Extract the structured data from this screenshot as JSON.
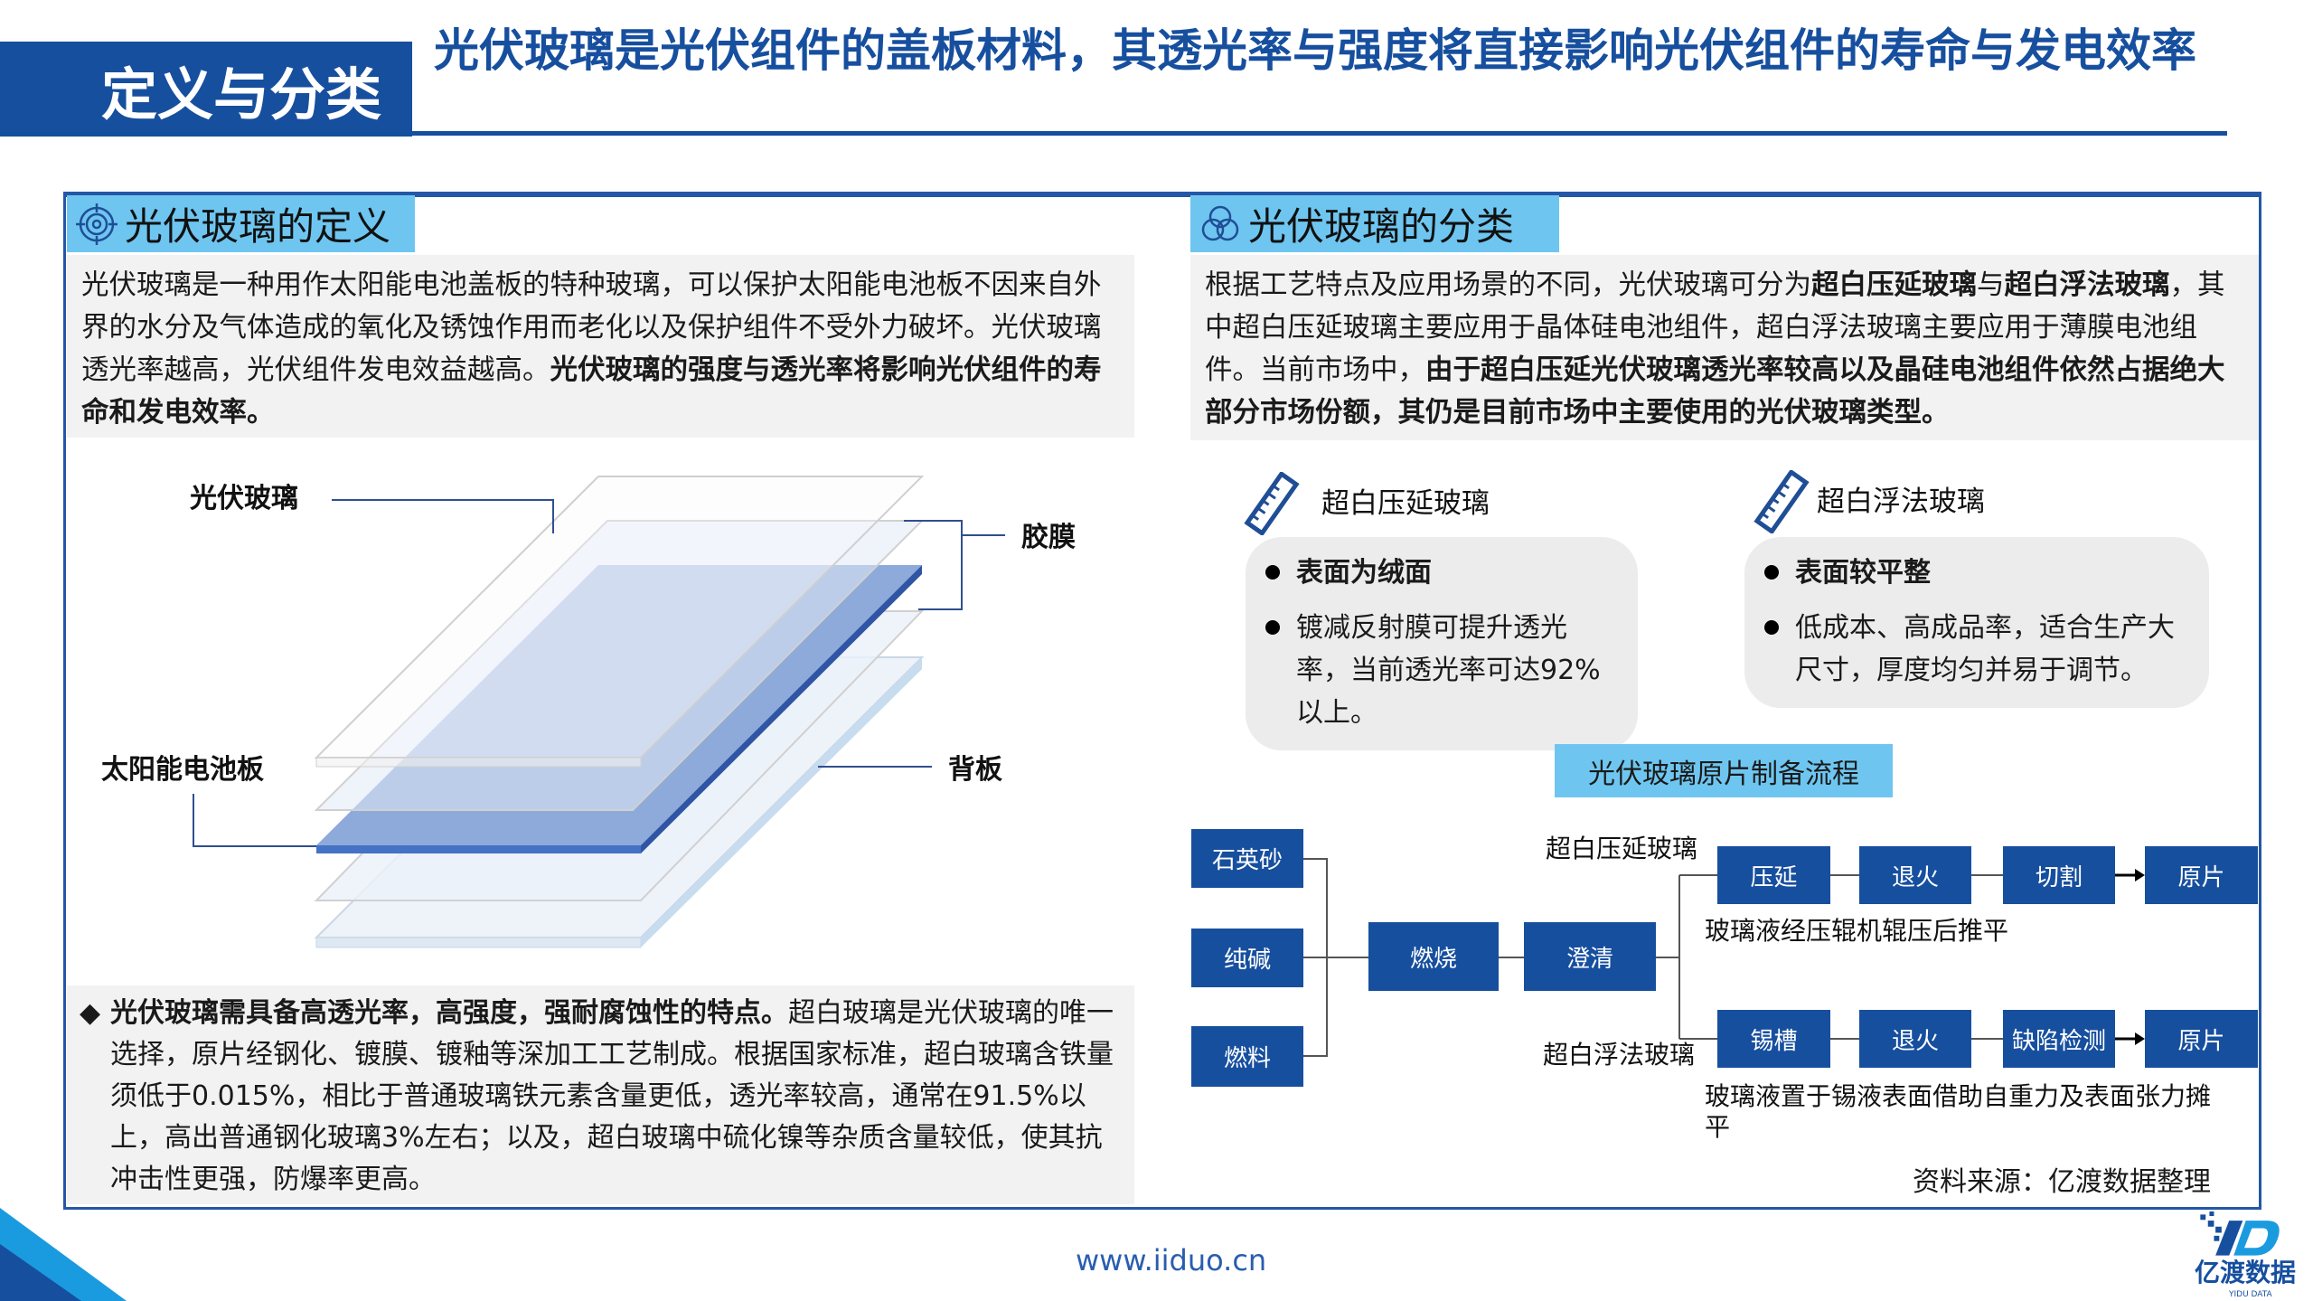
{
  "header": {
    "section": "定义与分类",
    "title": "光伏玻璃是光伏组件的盖板材料，其透光率与强度将直接影响光伏组件的寿命与发电效率"
  },
  "definition": {
    "heading": "光伏玻璃的定义",
    "icon": "target-icon",
    "paragraph": [
      {
        "text": "光伏玻璃是一种用作太阳能电池盖板的特种玻璃，可以保护太阳能电池板不因来自外界的水分及气体造成的氧化及锈蚀作用而老化以及保护组件不受外力破坏。光伏玻璃透光率越高，光伏组件发电效益越高。",
        "bold": false
      },
      {
        "text": "光伏玻璃的强度与透光率将影响光伏组件的寿命和发电效率。",
        "bold": true
      }
    ],
    "diagram_labels": {
      "glass": "光伏玻璃",
      "film": "胶膜",
      "cell": "太阳能电池板",
      "backsheet": "背板"
    },
    "note": [
      {
        "text": "光伏玻璃需具备高透光率，高强度，强耐腐蚀性的特点。",
        "bold": true
      },
      {
        "text": "超白玻璃是光伏玻璃的唯一选择，原片经钢化、镀膜、镀釉等深加工工艺制成。根据国家标准，超白玻璃含铁量须低于0.015%，相比于普通玻璃铁元素含量更低，透光率较高，通常在91.5%以上，高出普通钢化玻璃3%左右；以及，超白玻璃中硫化镍等杂质含量较低，使其抗冲击性更强，防爆率更高。",
        "bold": false
      }
    ],
    "note_bullet": "◆"
  },
  "classification": {
    "heading": "光伏玻璃的分类",
    "icon": "overlapping-circles-icon",
    "paragraph": [
      {
        "text": "根据工艺特点及应用场景的不同，光伏玻璃可分为",
        "bold": false
      },
      {
        "text": "超白压延玻璃",
        "bold": true
      },
      {
        "text": "与",
        "bold": false
      },
      {
        "text": "超白浮法玻璃",
        "bold": true
      },
      {
        "text": "，其中超白压延玻璃主要应用于晶体硅电池组件，超白浮法玻璃主要应用于薄膜电池组件。当前市场中，",
        "bold": false
      },
      {
        "text": "由于超白压延光伏玻璃透光率较高以及晶硅电池组件依然占据绝大部分市场份额，其仍是目前市场中主要使用的光伏玻璃类型。",
        "bold": true
      }
    ],
    "types": [
      {
        "title": "超白压延玻璃",
        "icon": "ruler-icon",
        "points": [
          "表面为绒面",
          "镀减反射膜可提升透光率，当前透光率可达92%以上。"
        ]
      },
      {
        "title": "超白浮法玻璃",
        "icon": "ruler-icon",
        "points": [
          "表面较平整",
          "低成本、高成品率，适合生产大尺寸，厚度均匀并易于调节。"
        ]
      }
    ],
    "flow": {
      "title": "光伏玻璃原片制备流程",
      "inputs": [
        "石英砂",
        "纯碱",
        "燃料"
      ],
      "middle": [
        "燃烧",
        "澄清"
      ],
      "rolled": {
        "label": "超白压延玻璃",
        "steps": [
          "压延",
          "退火",
          "切割",
          "原片"
        ],
        "desc": "玻璃液经压辊机辊压后推平"
      },
      "float": {
        "label": "超白浮法玻璃",
        "steps": [
          "锡槽",
          "退火",
          "缺陷检测",
          "原片"
        ],
        "desc": "玻璃液置于锡液表面借助自重力及表面张力摊平"
      }
    },
    "source": "资料来源：亿渡数据整理"
  },
  "footer": {
    "website": "www.iiduo.cn",
    "logo_text": "亿渡数据",
    "logo_sub": "YIDU DATA"
  },
  "colors": {
    "brand": "#174f9f",
    "heading_bg": "#6ec6f0",
    "panel_bg": "#f2f2f2",
    "cell": "#4472c4"
  }
}
